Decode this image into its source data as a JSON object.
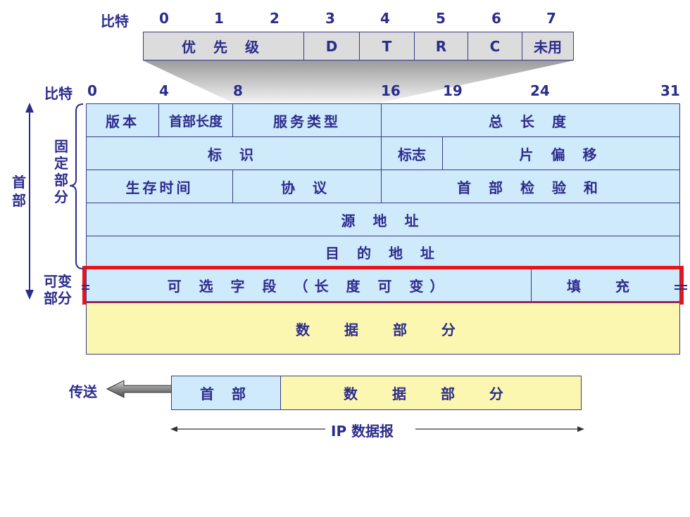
{
  "service_byte": {
    "bits_label": "比特",
    "bit_numbers": [
      "0",
      "1",
      "2",
      "3",
      "4",
      "5",
      "6",
      "7"
    ],
    "fields": [
      "优 先 级",
      "D",
      "T",
      "R",
      "C",
      "未用"
    ]
  },
  "header": {
    "bits_label": "比特",
    "bit_numbers": [
      "0",
      "4",
      "8",
      "16",
      "19",
      "24",
      "31"
    ],
    "rows": {
      "row1": [
        "版本",
        "首部长度",
        "服务类型",
        "总 长 度"
      ],
      "row2": [
        "标 识",
        "标志",
        "片 偏 移"
      ],
      "row3": [
        "生存时间",
        "协 议",
        "首 部 检 验 和"
      ],
      "row4": [
        "源 地 址"
      ],
      "row5": [
        "目 的 地 址"
      ],
      "row6": [
        "可 选 字 段 （长 度 可 变）",
        "填 充"
      ]
    },
    "data_part": "数 据 部 分"
  },
  "side_labels": {
    "header": "首部",
    "fixed_part": "固定部分",
    "variable_part_line1": "可变",
    "variable_part_line2": "部分"
  },
  "datagram": {
    "send_label": "传送",
    "header_part": "首 部",
    "data_part": "数 据 部 分",
    "caption": "IP 数据报"
  }
}
